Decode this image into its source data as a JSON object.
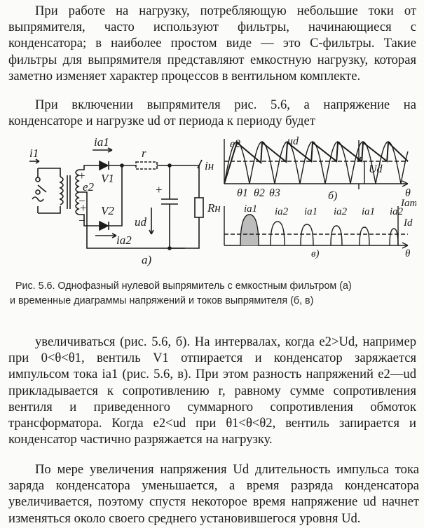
{
  "paragraphs": [
    "При работе на нагрузку, потребляющую небольшие токи от выпрямителя, часто используют фильтры, начинающиеся с конденсатора; в наиболее простом виде — это С-фильтры. Такие фильтры для выпрямителя представляют емкостную нагрузку, которая заметно изменяет характер процессов в вентильном комплекте.",
    "При включении выпрямителя рис. 5.6, а напряжение на конденсаторе и нагрузке ud от периода к периоду будет",
    "увеличиваться (рис. 5.6, б). На интервалах, когда e2>Ud, например при 0<θ<θ1, вентиль V1 отпирается и конденсатор заряжается импульсом тока ia1 (рис. 5.6, в). При этом разность напряжений e2—ud прикладывается к сопротивлению r, равному сумме сопротивления вентиля и приведенного суммарного сопротивления обмоток трансформатора. Когда e2<ud при θ1<θ<θ2, вентиль запирается и конденсатор частично разряжается на нагрузку.",
    "По мере увеличения напряжения Ud длительность импульса тока заряда конденсатора уменьшается, а время разряда конденсатора увеличивается, поэтому спустя некоторое время напряжение ud начнет изменяться около своего среднего установившегося уровня Ud."
  ],
  "caption": {
    "line1": "Рис. 5.6. Однофазный нулевой выпрямитель с емкостным фильтром (а)",
    "line2": "и временные диаграммы напряжений и токов выпрямителя (б, в)"
  },
  "figure": {
    "circuit": {
      "i1": "i1",
      "ia1": "ia1",
      "ia2": "ia2",
      "e2": "e2",
      "v1": "V1",
      "v2": "V2",
      "r": "r",
      "in": "iн",
      "ud": "ud",
      "rn": "Rн",
      "plus1": "+",
      "minus1": "−",
      "plus2": "+",
      "minus2": "−",
      "plus_cap": "+",
      "panel": "а)"
    },
    "voltage": {
      "e2": "e2",
      "ud": "ud",
      "Ud": "Ud",
      "th1": "θ1",
      "th2": "θ2",
      "th3": "θ3",
      "theta": "θ",
      "panel": "б)"
    },
    "current": {
      "pulses": [
        "ia1",
        "ia2",
        "ia1",
        "ia2",
        "ia1",
        "ia2"
      ],
      "Iam": "Iam",
      "Id": "Id",
      "theta": "θ",
      "panel": "в)"
    }
  }
}
